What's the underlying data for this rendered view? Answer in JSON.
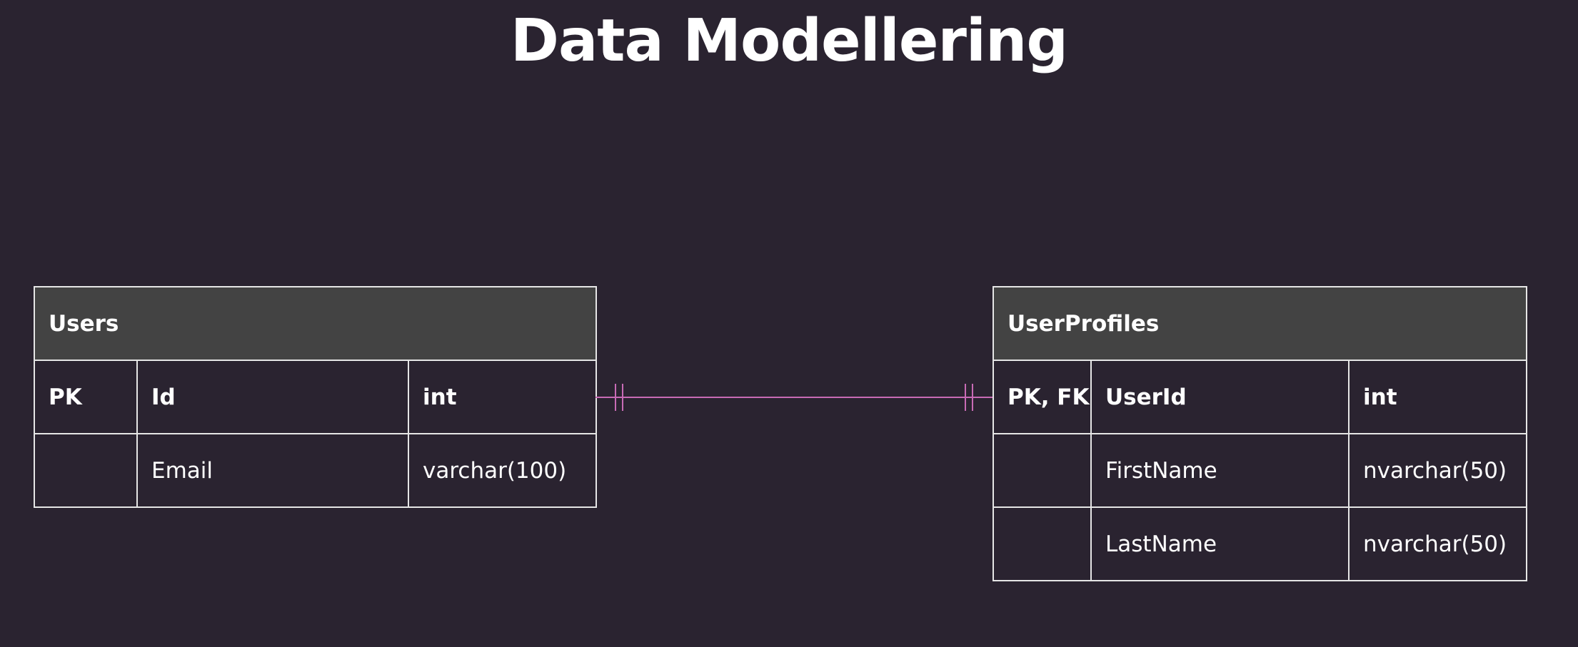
{
  "title": "Data Modellering",
  "relationship": {
    "type": "one-to-one",
    "color": "#c86bb5"
  },
  "tables": {
    "users": {
      "name": "Users",
      "rows": [
        {
          "key": "PK",
          "column": "Id",
          "type": "int",
          "bold": true
        },
        {
          "key": "",
          "column": "Email",
          "type": "varchar(100)",
          "bold": false
        }
      ]
    },
    "user_profiles": {
      "name": "UserProfiles",
      "rows": [
        {
          "key": "PK, FK",
          "column": "UserId",
          "type": "int",
          "bold": true
        },
        {
          "key": "",
          "column": "FirstName",
          "type": "nvarchar(50)",
          "bold": false
        },
        {
          "key": "",
          "column": "LastName",
          "type": "nvarchar(50)",
          "bold": false
        }
      ]
    }
  },
  "colors": {
    "background": "#2a2330",
    "header_fill": "#434343",
    "border": "#e6e6e6",
    "text": "#ffffff"
  }
}
